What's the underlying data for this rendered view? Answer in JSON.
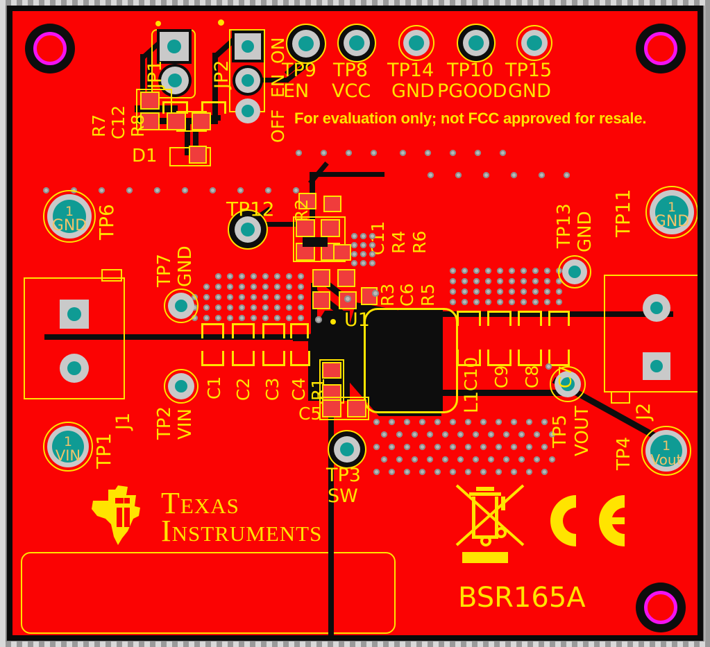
{
  "board": {
    "part_number": "BSR165A",
    "notice": "For evaluation only; not FCC approved for resale.",
    "brand_line1": "Texas",
    "brand_line2": "Instruments",
    "ce_mark": "CE",
    "colors": {
      "solder_mask": "#fb0303",
      "silkscreen": "#ffe400",
      "copper_trace": "#0d0d0d",
      "pad_metal": "#c9c9c9",
      "drill_fill": "#0f9b94",
      "mounting_hole_ring": "#f312f3",
      "background": "#808080"
    }
  },
  "test_points": [
    {
      "id": "TP1",
      "net": "VIN",
      "pad_text_1": "1",
      "pad_text_2": "VIN"
    },
    {
      "id": "TP2",
      "net": "VIN"
    },
    {
      "id": "TP3",
      "net": "SW"
    },
    {
      "id": "TP4",
      "net": "Vout",
      "pad_text_1": "1",
      "pad_text_2": "Vout"
    },
    {
      "id": "TP5",
      "net": "VOUT"
    },
    {
      "id": "TP6",
      "net": "GND",
      "pad_text_1": "1",
      "pad_text_2": "GND"
    },
    {
      "id": "TP7",
      "net": "GND"
    },
    {
      "id": "TP8",
      "net": "VCC"
    },
    {
      "id": "TP9",
      "net": "EN"
    },
    {
      "id": "TP10",
      "net": "PGOOD"
    },
    {
      "id": "TP11",
      "net": "GND",
      "pad_text_1": "1",
      "pad_text_2": "GND"
    },
    {
      "id": "TP12",
      "net": ""
    },
    {
      "id": "TP13",
      "net": "GND"
    },
    {
      "id": "TP14",
      "net": "GND"
    },
    {
      "id": "TP15",
      "net": "GND"
    }
  ],
  "jumpers": {
    "jp1": {
      "label": "JP1"
    },
    "jp2": {
      "label": "JP2",
      "position_on": "ON",
      "position_en": "EN",
      "position_off": "OFF"
    }
  },
  "connectors": [
    {
      "id": "J1",
      "label": "J1"
    },
    {
      "id": "J2",
      "label": "J2"
    }
  ],
  "designators": {
    "ic": "U1",
    "inductor": "L1",
    "diode": "D1",
    "capacitors": [
      "C1",
      "C2",
      "C3",
      "C4",
      "C5",
      "C6",
      "C7",
      "C8",
      "C9",
      "C10",
      "C11",
      "C12"
    ],
    "resistors": [
      "R1",
      "R2",
      "R3",
      "R4",
      "R5",
      "R6",
      "R7",
      "R8"
    ]
  },
  "labels": {
    "tp9_id": "TP9",
    "tp9_net": "EN",
    "tp8_id": "TP8",
    "tp8_net": "VCC",
    "tp14_id": "TP14",
    "tp14_net": "GND",
    "tp10_id": "TP10",
    "tp10_net": "PGOOD",
    "tp15_id": "TP15",
    "tp15_net": "GND",
    "tp6_id": "TP6",
    "tp11_id": "TP11",
    "tp12_id": "TP12",
    "tp13_id": "TP13",
    "tp13_net": "GND",
    "tp7_id": "TP7",
    "tp7_net": "GND",
    "tp2_id": "TP2",
    "tp2_net": "VIN",
    "tp1_id": "TP1",
    "tp3_id": "TP3",
    "tp3_net": "SW",
    "tp5_id": "TP5",
    "tp5_net": "VOUT",
    "tp4_id": "TP4",
    "r7": "R7",
    "c12": "C12",
    "r8": "R8",
    "d1": "D1",
    "r2": "R2",
    "c11": "C11",
    "r4": "R4",
    "r6": "R6",
    "r3": "R3",
    "c6": "C6",
    "r5": "R5",
    "c1": "C1",
    "c2": "C2",
    "c3": "C3",
    "c4": "C4",
    "r1": "R1",
    "c5": "C5",
    "c10": "C10",
    "c9": "C9",
    "c8": "C8",
    "c7": "C7",
    "u1": "U1",
    "l1": "L1",
    "j1": "J1",
    "j2": "J2",
    "jp1": "JP1",
    "jp2": "JP2",
    "on": "ON",
    "en": "EN",
    "off": "OFF"
  }
}
